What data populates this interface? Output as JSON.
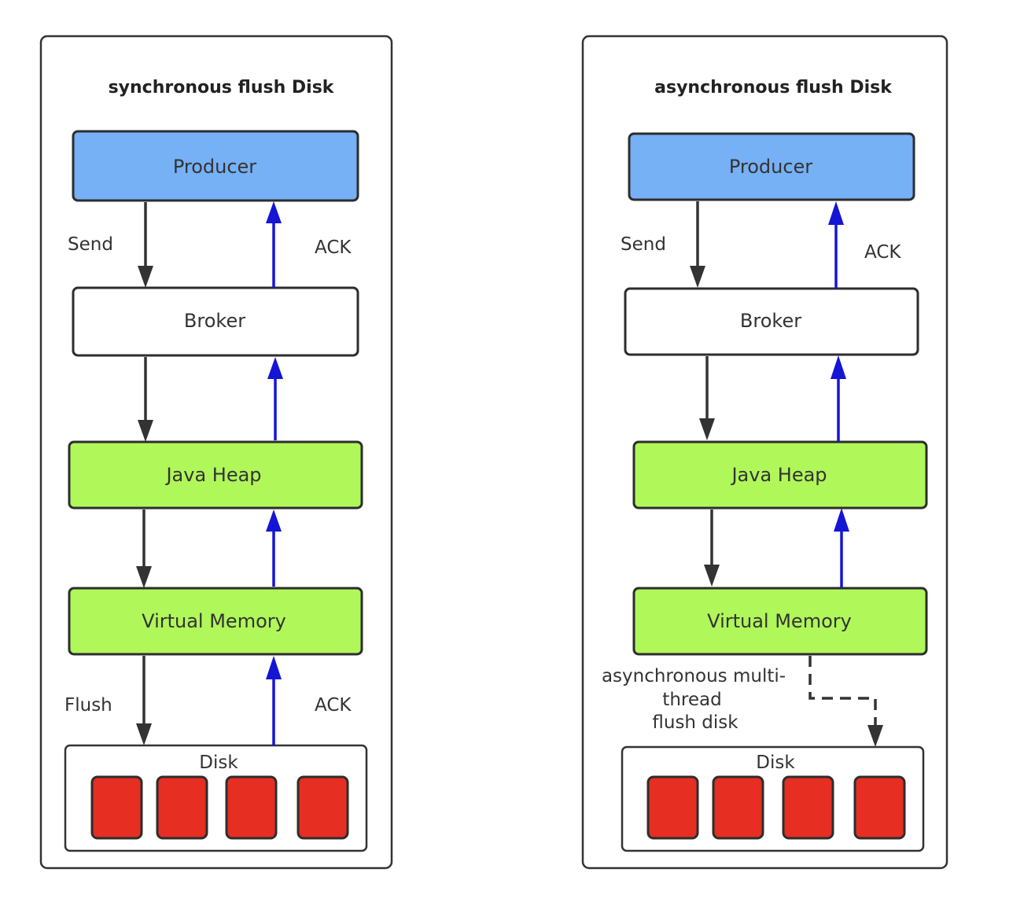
{
  "left": {
    "title": "synchronous flush Disk",
    "producer": "Producer",
    "broker": "Broker",
    "java_heap": "Java Heap",
    "virtual_memory": "Virtual Memory",
    "disk": "Disk",
    "send_label": "Send",
    "ack_top_label": "ACK",
    "flush_label": "Flush",
    "ack_bottom_label": "ACK"
  },
  "right": {
    "title": "asynchronous flush Disk",
    "producer": "Producer",
    "broker": "Broker",
    "java_heap": "Java Heap",
    "virtual_memory": "Virtual Memory",
    "disk": "Disk",
    "send_label": "Send",
    "ack_top_label": "ACK",
    "async_label_line1": "asynchronous multi-",
    "async_label_line2": "thread",
    "async_label_line3": "flush disk"
  },
  "colors": {
    "producer": "#76b0f5",
    "memory": "#b0f75a",
    "disk_block": "#e62e22",
    "ack_arrow": "#1515d6",
    "send_arrow": "#333333"
  }
}
